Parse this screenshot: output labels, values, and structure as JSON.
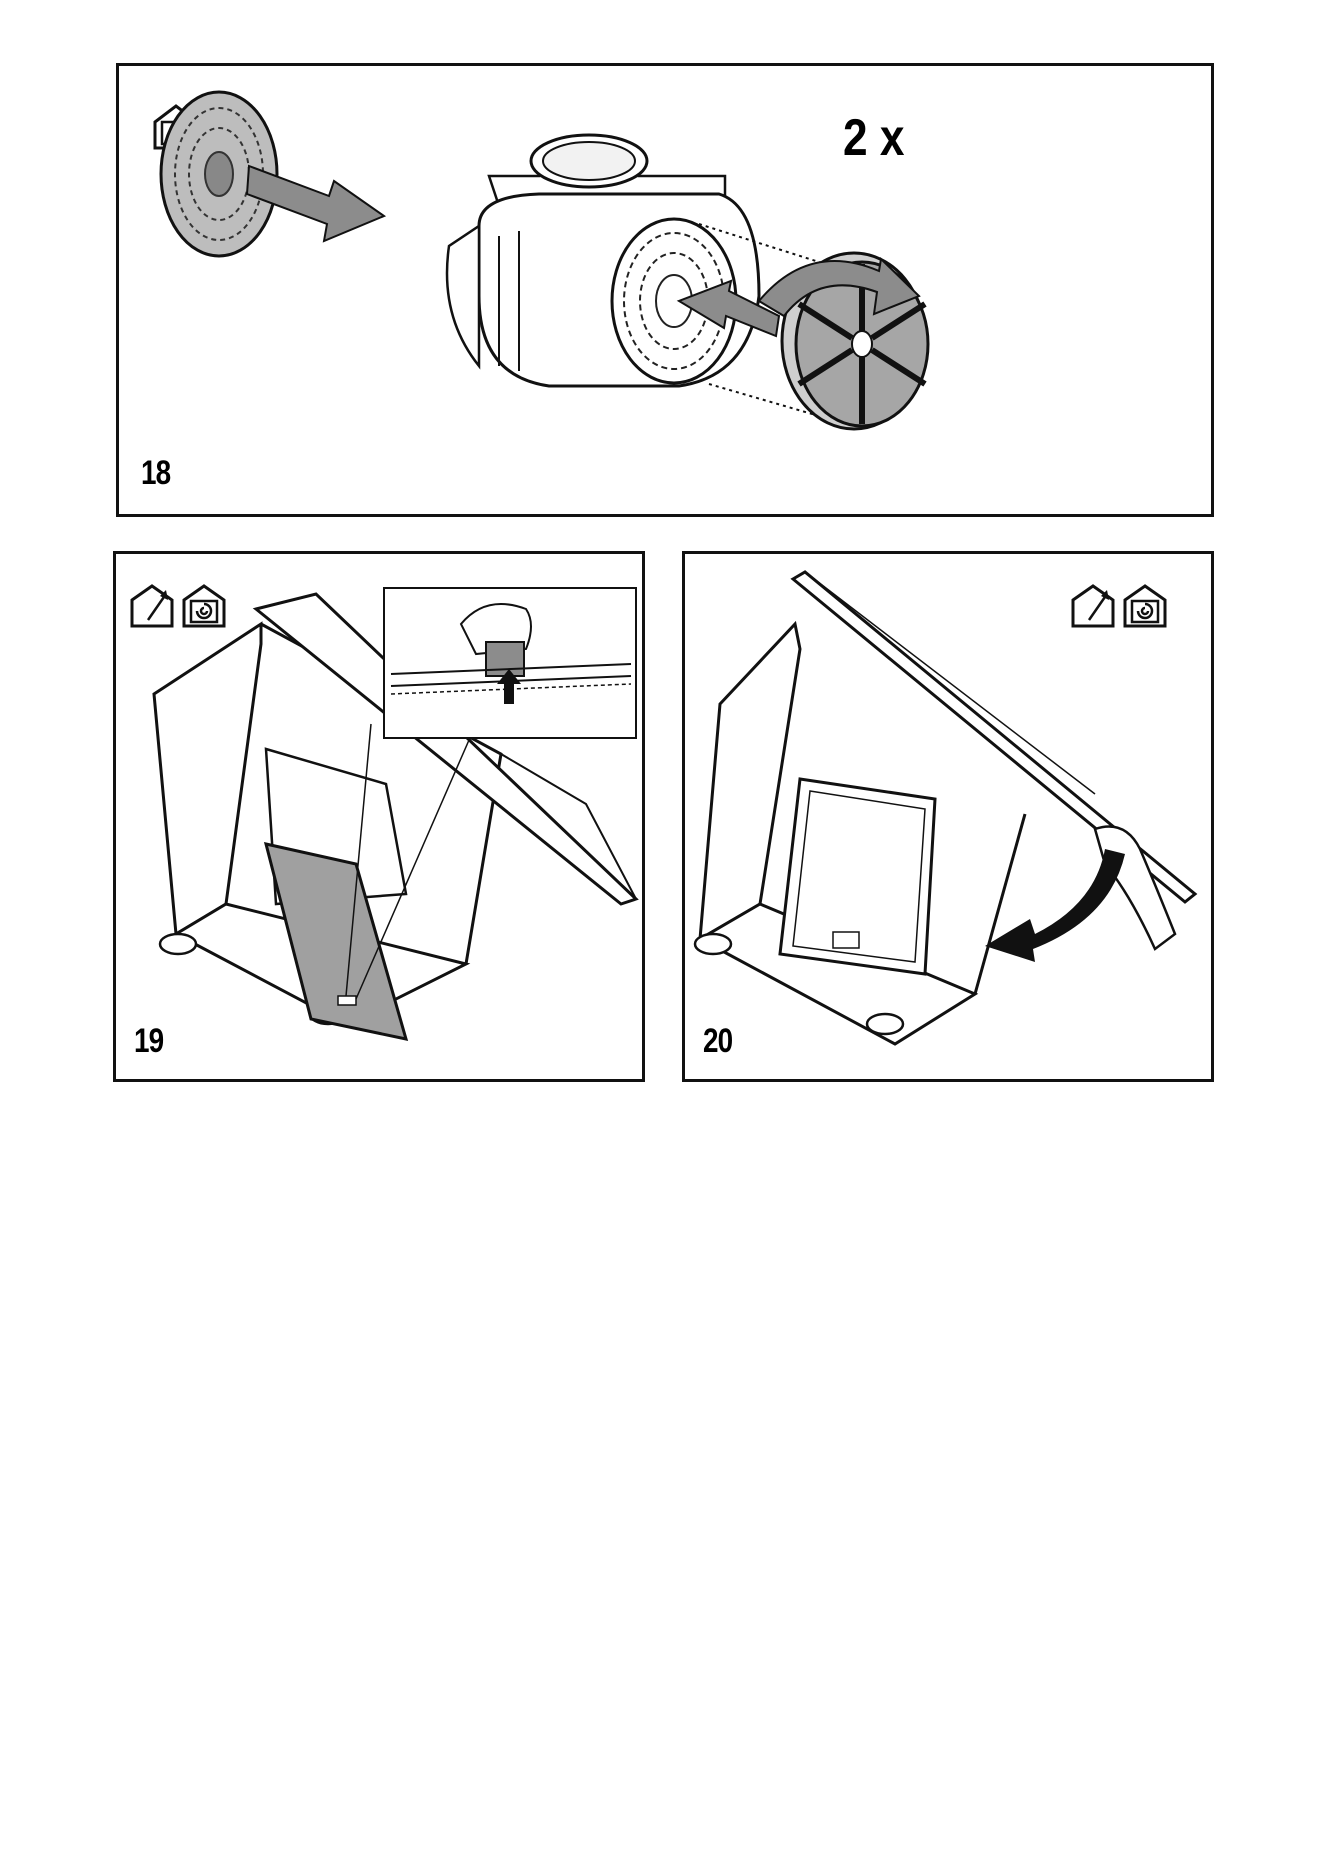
{
  "page": {
    "footer_text": ""
  },
  "panels": {
    "p18": {
      "step": "18",
      "multiplier": "2 x"
    },
    "p19": {
      "step": "19"
    },
    "p20": {
      "step": "20"
    }
  },
  "icons": [
    "recirculation-mode-icon",
    "extraction-mode-icon"
  ],
  "colors": {
    "line": "#111111",
    "fill_gray": "#9a9a9a",
    "arrow_gray": "#8c8c8c"
  }
}
